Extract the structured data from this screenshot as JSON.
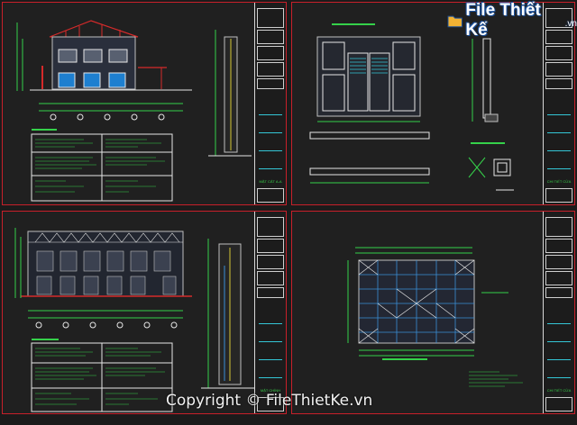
{
  "watermark": {
    "logo_text": "File Thiết Kế",
    "logo_tld": ".vn",
    "copyright": "Copyright © FileThietKe.vn"
  },
  "sheets": [
    {
      "name": "elevation-sheet",
      "title_block_label": "MẶT CẮT A-A"
    },
    {
      "name": "door-detail-sheet",
      "title_block_label": "CHI TIẾT CỬA"
    },
    {
      "name": "section-sheet",
      "title_block_label": "MẶT CHÍNH"
    },
    {
      "name": "ceiling-plan-sheet",
      "title_block_label": "CHI TIẾT CỬA"
    }
  ],
  "colors": {
    "frame": "#c8202a",
    "line_green": "#35d14a",
    "line_white": "#e6e6e6",
    "line_blue": "#3a8fd6",
    "line_cyan": "#34c6d6",
    "background": "#202020"
  }
}
